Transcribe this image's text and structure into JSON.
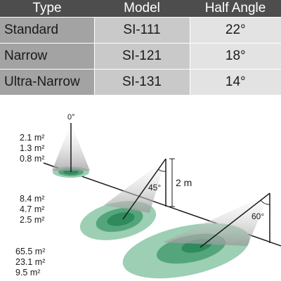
{
  "table": {
    "headers": [
      "Type",
      "Model",
      "Half Angle"
    ],
    "rows": [
      [
        "Standard",
        "SI-111",
        "22°"
      ],
      [
        "Narrow",
        "SI-121",
        "18°"
      ],
      [
        "Ultra-Narrow",
        "SI-131",
        "14°"
      ]
    ]
  },
  "diagram": {
    "angles": {
      "a0": "0°",
      "a45": "45°",
      "a60": "60°"
    },
    "height_label": "2 m",
    "areas": {
      "group0": [
        "2.1 m²",
        "1.3 m²",
        "0.8 m²"
      ],
      "group45": [
        "8.4 m²",
        "4.7 m²",
        "2.5 m²"
      ],
      "group60": [
        "65.5 m²",
        "23.1 m²",
        "9.5 m²"
      ]
    }
  },
  "colors": {
    "header_bg": "#4d4d4d",
    "col1_bg": "#a3a3a3",
    "col2_bg": "#c9c9c9",
    "col3_bg": "#e3e3e3",
    "ellipse_outer": "#9ccfb3",
    "ellipse_mid": "#55a57c",
    "ellipse_inner": "#2f8a5c"
  }
}
